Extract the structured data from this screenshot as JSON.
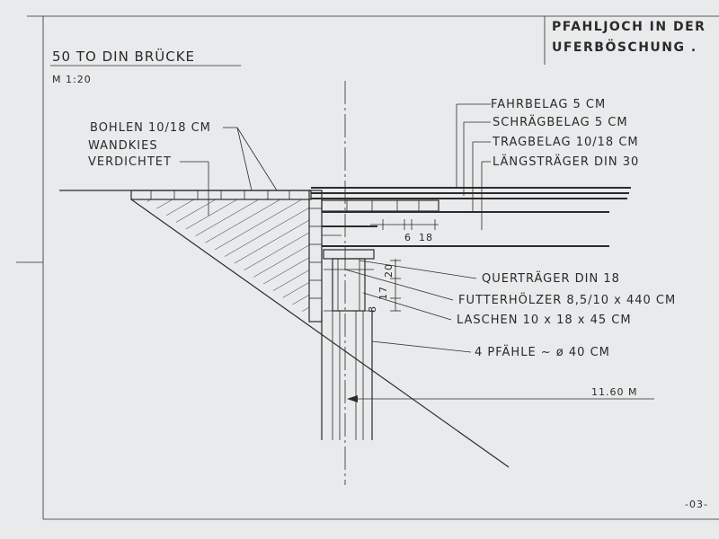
{
  "colors": {
    "paper": "#e9eaeb",
    "ink": "#2b2b2b"
  },
  "title": {
    "line1": "PFAHLJOCH IN DER",
    "line2": "UFERBÖSCHUNG ."
  },
  "subtitle": "50 TO DIN BRÜCKE",
  "scale": "M 1:20",
  "page_number": "-03-",
  "labels": {
    "bohlen": "BOHLEN 10/18 CM",
    "wandkies_1": "WANDKIES",
    "wandkies_2": "VERDICHTET",
    "fahrbelag": "FAHRBELAG 5 CM",
    "schraegbelag": "SCHRÄGBELAG 5 CM",
    "tragbelag": "TRAGBELAG 10/18 CM",
    "laengstraeger": "LÄNGSTRÄGER DIN 30",
    "quertraeger": "QUERTRÄGER DIN 18",
    "futterhoelzer": "FUTTERHÖLZER 8,5/10 x 440 CM",
    "laschen": "LASCHEN 10 x 18 x 45 CM",
    "pfaehle": "4 PFÄHLE ~ ø 40 CM",
    "length": "11.60 M"
  },
  "dimensions": {
    "d6": "6",
    "d18": "18",
    "d20": "20",
    "d17": "17",
    "d8": "8"
  }
}
